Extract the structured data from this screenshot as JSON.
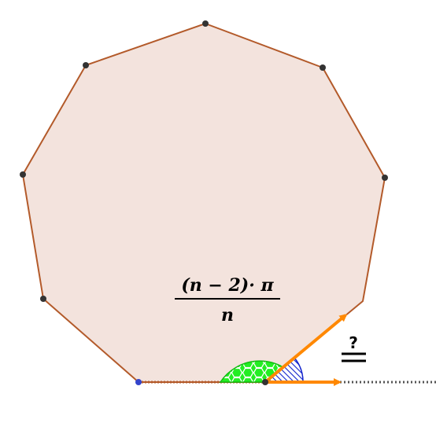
{
  "formula": {
    "numerator": "(n − 2)· π",
    "denominator": "n"
  },
  "question": {
    "mark": "?"
  },
  "colors": {
    "polygon_fill": "#f3e3dd",
    "polygon_stroke": "#b35a2a",
    "vertex": "#333333",
    "start_vertex": "#3344cc",
    "interior_angle": "#22dd22",
    "exterior_angle": "#1122cc",
    "arrow": "#ff8800",
    "extension_line": "#555555"
  },
  "icons": {
    "interior_angle": "green-hexagon-hatched-sector",
    "exterior_angle": "blue-striped-sector",
    "question_mark": "question-over-equals"
  }
}
